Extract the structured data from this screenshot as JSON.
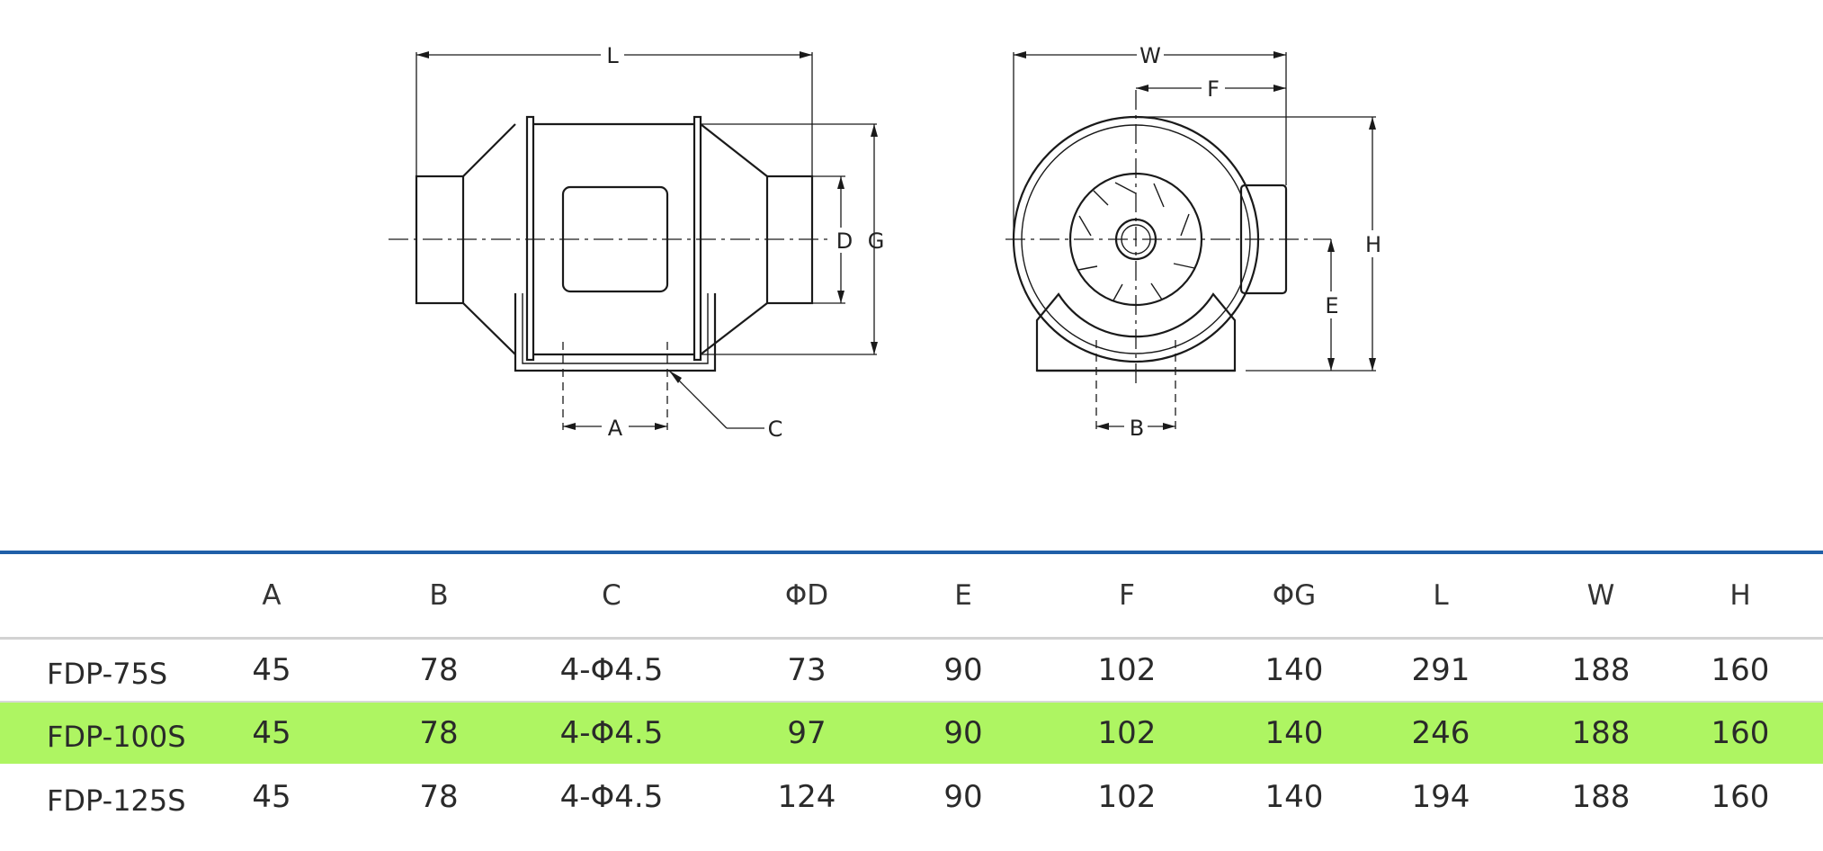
{
  "drawing": {
    "side_view_labels": {
      "L": "L",
      "D": "D",
      "G": "G",
      "A": "A",
      "C": "C"
    },
    "front_view_labels": {
      "W": "W",
      "F": "F",
      "H": "H",
      "E": "E",
      "B": "B"
    }
  },
  "table": {
    "headers": [
      "A",
      "B",
      "C",
      "ΦD",
      "E",
      "F",
      "ΦG",
      "L",
      "W",
      "H"
    ],
    "rows": [
      {
        "model": "FDP-75S",
        "values": [
          "45",
          "78",
          "4-Φ4.5",
          "73",
          "90",
          "102",
          "140",
          "291",
          "188",
          "160"
        ]
      },
      {
        "model": "FDP-100S",
        "values": [
          "45",
          "78",
          "4-Φ4.5",
          "97",
          "90",
          "102",
          "140",
          "246",
          "188",
          "160"
        ],
        "highlighted": true
      },
      {
        "model": "FDP-125S",
        "values": [
          "45",
          "78",
          "4-Φ4.5",
          "124",
          "90",
          "102",
          "140",
          "194",
          "188",
          "160"
        ]
      }
    ],
    "highlight_color": "#aef562",
    "rule_color": "#1f5fa8"
  }
}
